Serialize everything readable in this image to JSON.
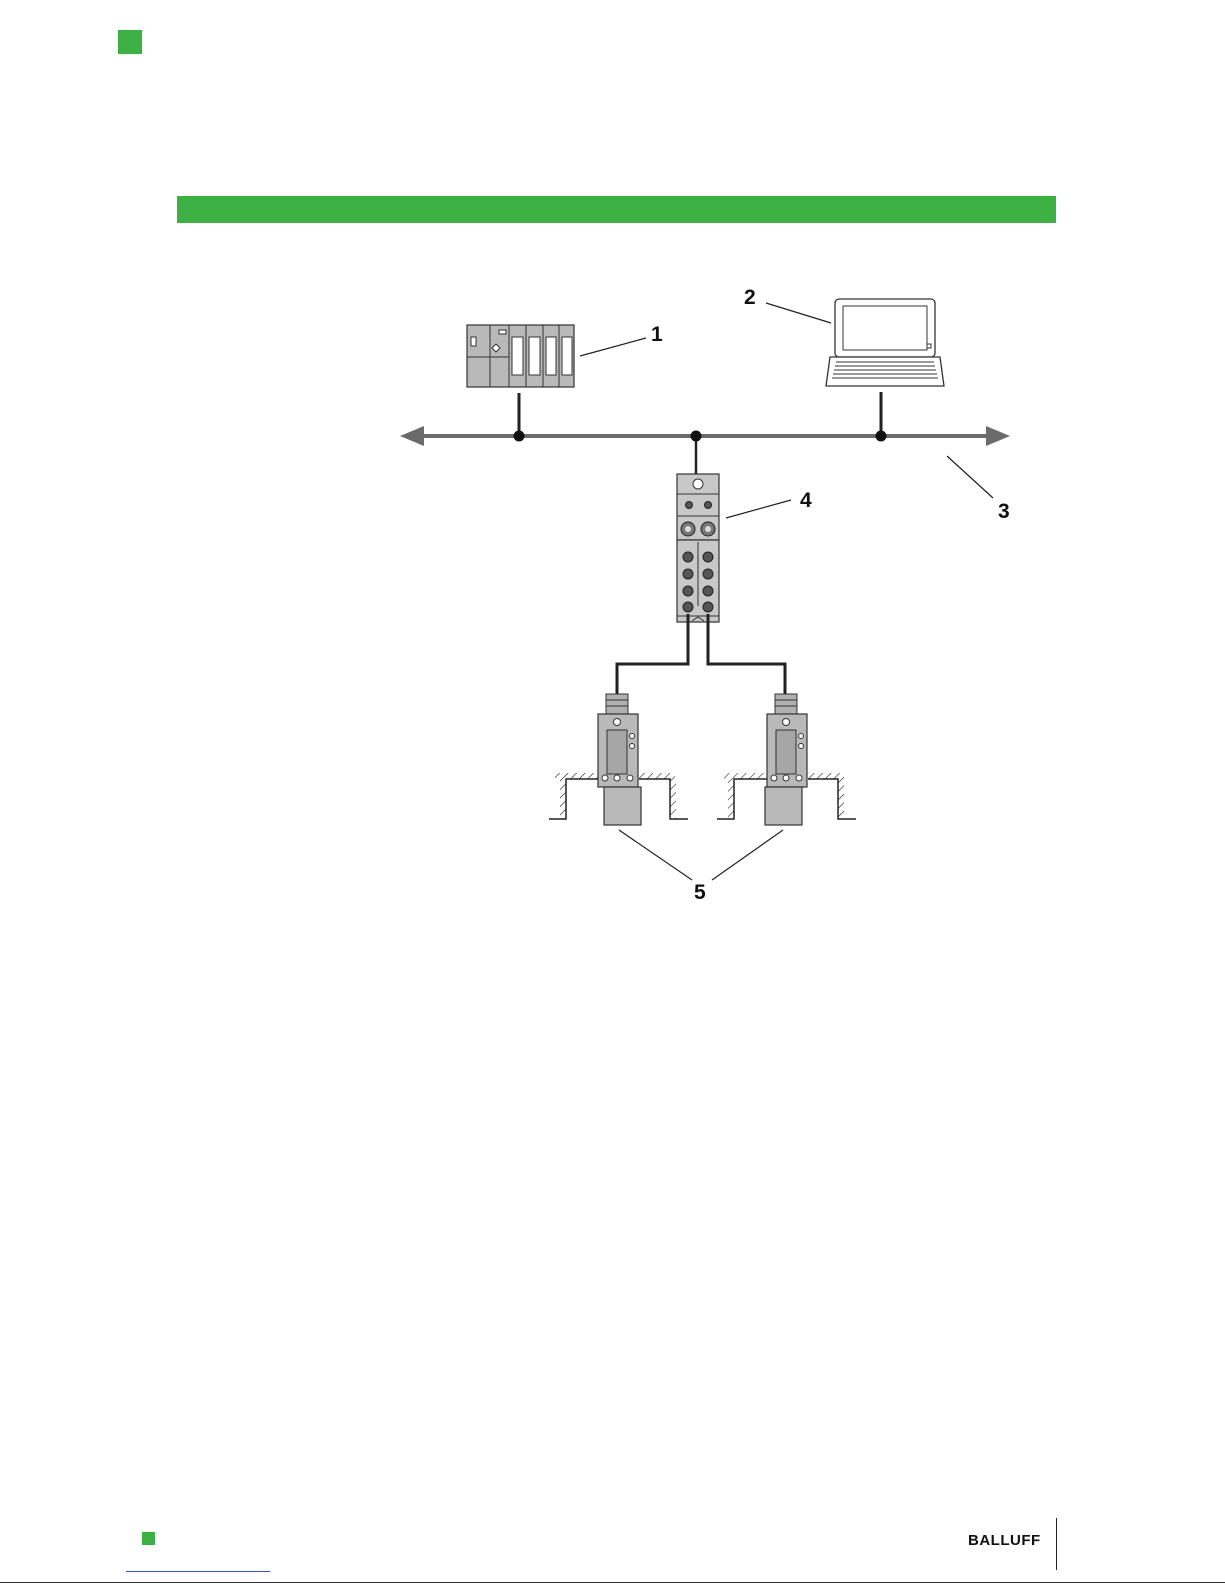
{
  "diagram": {
    "callouts": {
      "plc": "1",
      "laptop": "2",
      "bus": "3",
      "module": "4",
      "sensors": "5"
    }
  },
  "footer": {
    "brand": "BALLUFF"
  },
  "colors": {
    "accent_green": "#3cb043",
    "bus_gray": "#6b6b6b",
    "device_gray": "#b9b9b9"
  }
}
